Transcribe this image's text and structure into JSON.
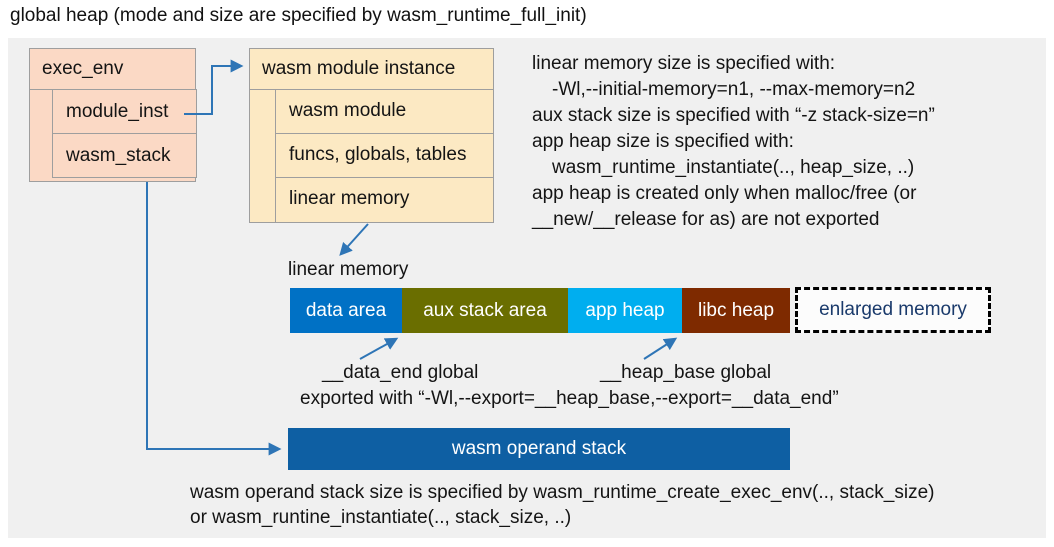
{
  "title": "global heap (mode and size are specified by wasm_runtime_full_init)",
  "exec_env": {
    "header": "exec_env",
    "rows": [
      "module_inst",
      "wasm_stack"
    ]
  },
  "module_instance": {
    "header": "wasm module instance",
    "rows": [
      "wasm module",
      "funcs, globals, tables",
      "linear memory"
    ]
  },
  "right_note": {
    "lines": [
      "linear memory size is specified with:",
      "-Wl,--initial-memory=n1, --max-memory=n2",
      "aux stack size is specified with “-z stack-size=n”",
      "app heap size is specified with:",
      "wasm_runtime_instantiate(.., heap_size, ..)",
      "app heap is created only when malloc/free (or",
      "__new/__release for as) are not exported"
    ]
  },
  "linear_memory": {
    "label": "linear memory",
    "segments": [
      {
        "label": "data area",
        "color": "#0071C5"
      },
      {
        "label": "aux stack area",
        "color": "#6A6E00"
      },
      {
        "label": "app heap",
        "color": "#00AEEF"
      },
      {
        "label": "libc heap",
        "color": "#7E2A00"
      }
    ],
    "enlarged": {
      "label": "enlarged memory",
      "text_color": "#1A3A6B"
    }
  },
  "globals": {
    "data_end": "__data_end global",
    "heap_base": "__heap_base global",
    "exported": "exported with “-Wl,--export=__heap_base,--export=__data_end”"
  },
  "operand_stack": {
    "label": "wasm operand stack",
    "color": "#0E5FA3",
    "note_lines": [
      "wasm operand stack size is specified by wasm_runtime_create_exec_env(.., stack_size)",
      "or wasm_runtine_instantiate(.., stack_size, ..)"
    ]
  },
  "colors": {
    "panel_bg": "#F0F0F0",
    "exec_env_fill": "#FBD9C5",
    "module_instance_fill": "#FCE9C3",
    "box_border": "#9E9E9E",
    "arrow": "#2E75B6",
    "text": "#141414"
  }
}
